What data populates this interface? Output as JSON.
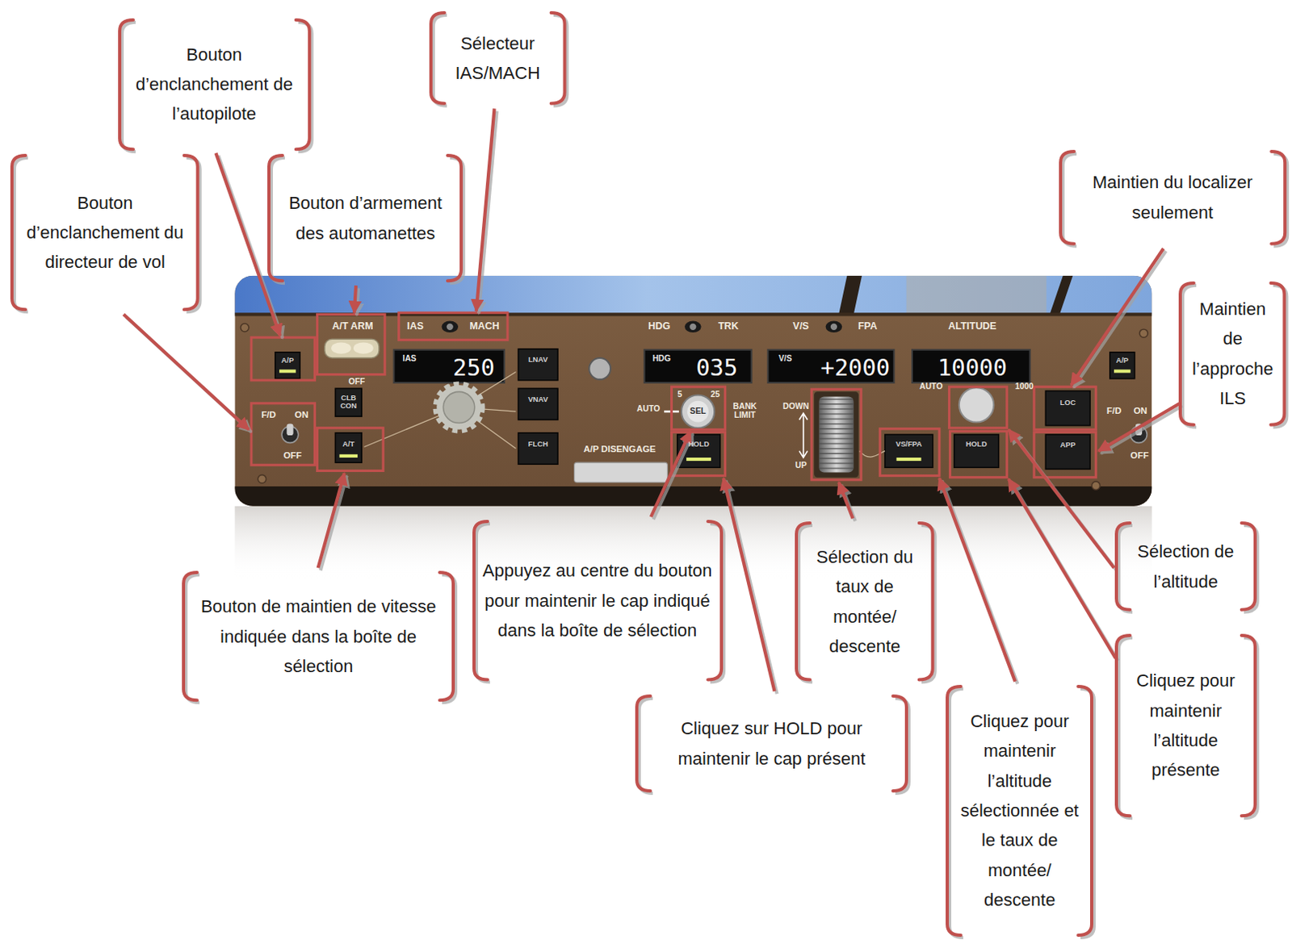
{
  "diagram": {
    "nodes": [
      {
        "text": [
          "Bouton d’enclanchement de l’autopilote"
        ]
      },
      {
        "text": [
          "Sélecteur IAS/MACH"
        ]
      },
      {
        "text": [
          "Bouton d’enclanchement du directeur de vol"
        ]
      },
      {
        "text": [
          "Bouton d’armement des automanettes"
        ]
      },
      {
        "text": [
          "Maintien du localizer seulement"
        ]
      },
      {
        "text": [
          "Maintien de l’approche ILS"
        ]
      },
      {
        "text": [
          "Bouton de maintien de vitesse indiquée dans la boîte de sélection"
        ]
      },
      {
        "text": [
          "Appuyez au centre du bouton pour maintenir le cap indiqué dans la boîte de sélection"
        ]
      },
      {
        "text": [
          "Sélection du taux de montée/ descente"
        ]
      },
      {
        "text": [
          "Sélection de l’altitude"
        ]
      },
      {
        "text": [
          "Cliquez sur HOLD pour maintenir le cap présent"
        ]
      },
      {
        "text": [
          "Cliquez pour maintenir l’altitude sélectionnée et le taux de montée/ descente"
        ]
      },
      {
        "text": [
          "Cliquez pour maintenir l’altitude présente"
        ]
      }
    ],
    "labels": [
      "A/T ARM",
      "IAS",
      "MACH",
      "HDG",
      "TRK",
      "V/S",
      "FPA",
      "ALTITUDE",
      "A/P",
      "IAS",
      "250",
      "LNAV",
      "HDG",
      "035",
      "V/S",
      "+2000",
      "10000",
      "A/P",
      "OFF",
      "AUTO",
      "1000",
      "5",
      "25",
      "VNAV",
      "CLB CON",
      "F/D",
      "ON",
      "AUTO",
      "SEL",
      "BANK LIMIT",
      "DOWN",
      "LOC",
      "F/D",
      "ON",
      "A/T",
      "FLCH",
      "A/P DISENGAGE",
      "HOLD",
      "VS/FPA",
      "HOLD",
      "APP",
      "OFF",
      "UP",
      "OFF"
    ]
  }
}
